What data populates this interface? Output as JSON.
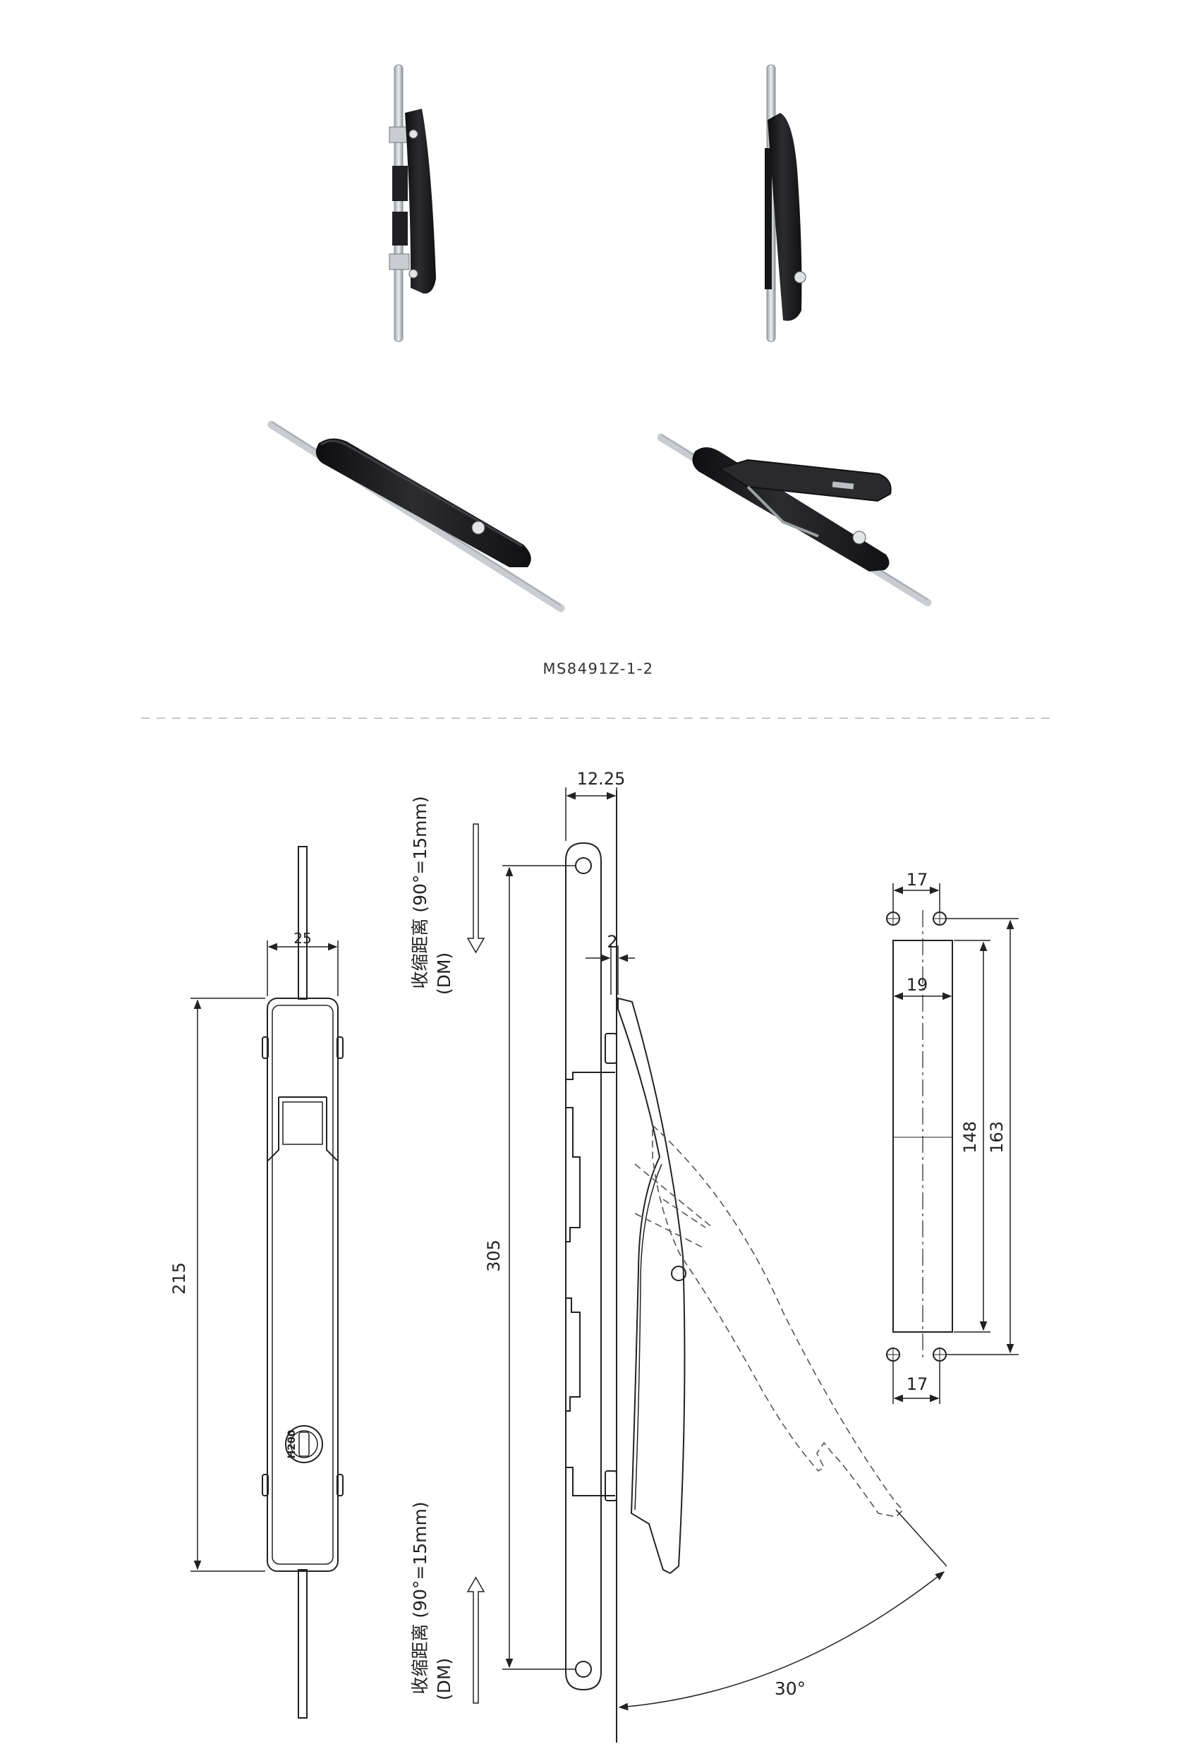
{
  "product": {
    "model": "MS8491Z-1-2"
  },
  "photos": {
    "views": [
      "vertical-back-view",
      "vertical-front-view",
      "diagonal-closed-view",
      "diagonal-open-view"
    ],
    "body_color": "#1f1f21",
    "rod_color": "#cfd3d6"
  },
  "drawing": {
    "front_view": {
      "width_dim": "25",
      "height_dim": "215",
      "key_label": "H200"
    },
    "travel_notes": {
      "top": {
        "line1": "收缩距离 (90°=15mm)",
        "line2": "(DM)"
      },
      "bottom": {
        "line1": "收缩距离 (90°=15mm)",
        "line2": "(DM)"
      }
    },
    "side_view": {
      "thickness_dim": "12.25",
      "offset_dim": "2",
      "rod_length_dim": "305",
      "open_angle": "30°"
    },
    "cutout": {
      "top_hole_spacing": "17",
      "slot_width": "19",
      "slot_length": "148",
      "overall_length": "163",
      "bottom_hole_spacing": "17"
    }
  }
}
